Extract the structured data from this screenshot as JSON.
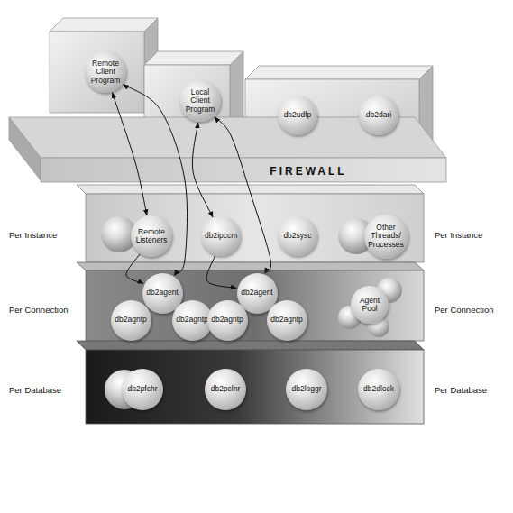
{
  "diagram": {
    "nodes": [
      {
        "text": [
          "Remote Client Program"
        ]
      },
      {
        "text": [
          "Local Client Program"
        ]
      },
      {
        "text": [
          "db2udfp"
        ]
      },
      {
        "text": [
          "db2dari"
        ]
      },
      {
        "text": [
          "FIREWALL"
        ]
      },
      {
        "text": [
          "Remote Listeners"
        ]
      },
      {
        "text": [
          "db2ipccm"
        ]
      },
      {
        "text": [
          "db2sysc"
        ]
      },
      {
        "text": [
          "Other Threads/ Processes"
        ]
      },
      {
        "text": [
          "db2agent"
        ]
      },
      {
        "text": [
          "db2agntp"
        ]
      },
      {
        "text": [
          "db2agntp"
        ]
      },
      {
        "text": [
          "db2agent"
        ]
      },
      {
        "text": [
          "db2agntp"
        ]
      },
      {
        "text": [
          "db2agntp"
        ]
      },
      {
        "text": [
          "Agent Pool"
        ]
      },
      {
        "text": [
          "db2pfchr"
        ]
      },
      {
        "text": [
          "db2pclnr"
        ]
      },
      {
        "text": [
          "db2loggr"
        ]
      },
      {
        "text": [
          "db2dlock"
        ]
      }
    ],
    "edges": [
      {
        "from": 0,
        "to": 5,
        "arrow": "both"
      },
      {
        "from": 0,
        "to": 9,
        "arrow": "both"
      },
      {
        "from": 5,
        "to": 9,
        "arrow": "to"
      },
      {
        "from": 1,
        "to": 6,
        "arrow": "both"
      },
      {
        "from": 6,
        "to": 12,
        "arrow": "to"
      },
      {
        "from": 1,
        "to": 12,
        "arrow": "both"
      }
    ],
    "labels": [
      "Per Instance",
      "Per Instance",
      "Per Connection",
      "Per Connection",
      "Per Database",
      "Per Database"
    ]
  }
}
